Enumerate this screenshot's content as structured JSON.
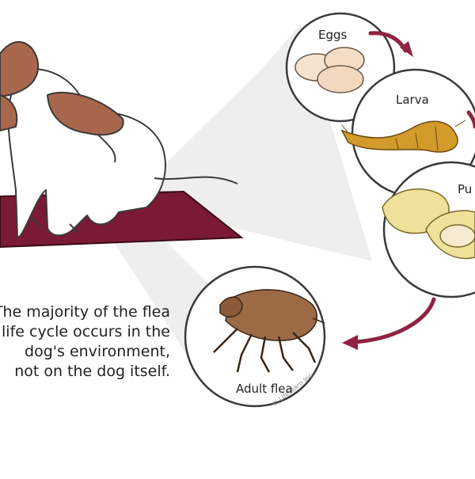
{
  "stages": {
    "eggs": "Eggs",
    "larva": "Larva",
    "pupa": "Pu",
    "adult": "Adult flea"
  },
  "caption": {
    "lines": [
      "The majority of the flea",
      "life cycle occurs in the",
      "dog's environment,",
      "not on the dog itself."
    ]
  },
  "copyright": "© LifeLearn Inc.",
  "colors": {
    "arrow": "#8e2442",
    "mat": "#7a1a36",
    "dog_spots": "#a8674c",
    "flea": "#9c6b46",
    "larva": "#d39a2c",
    "pupa": "#efe09a"
  }
}
